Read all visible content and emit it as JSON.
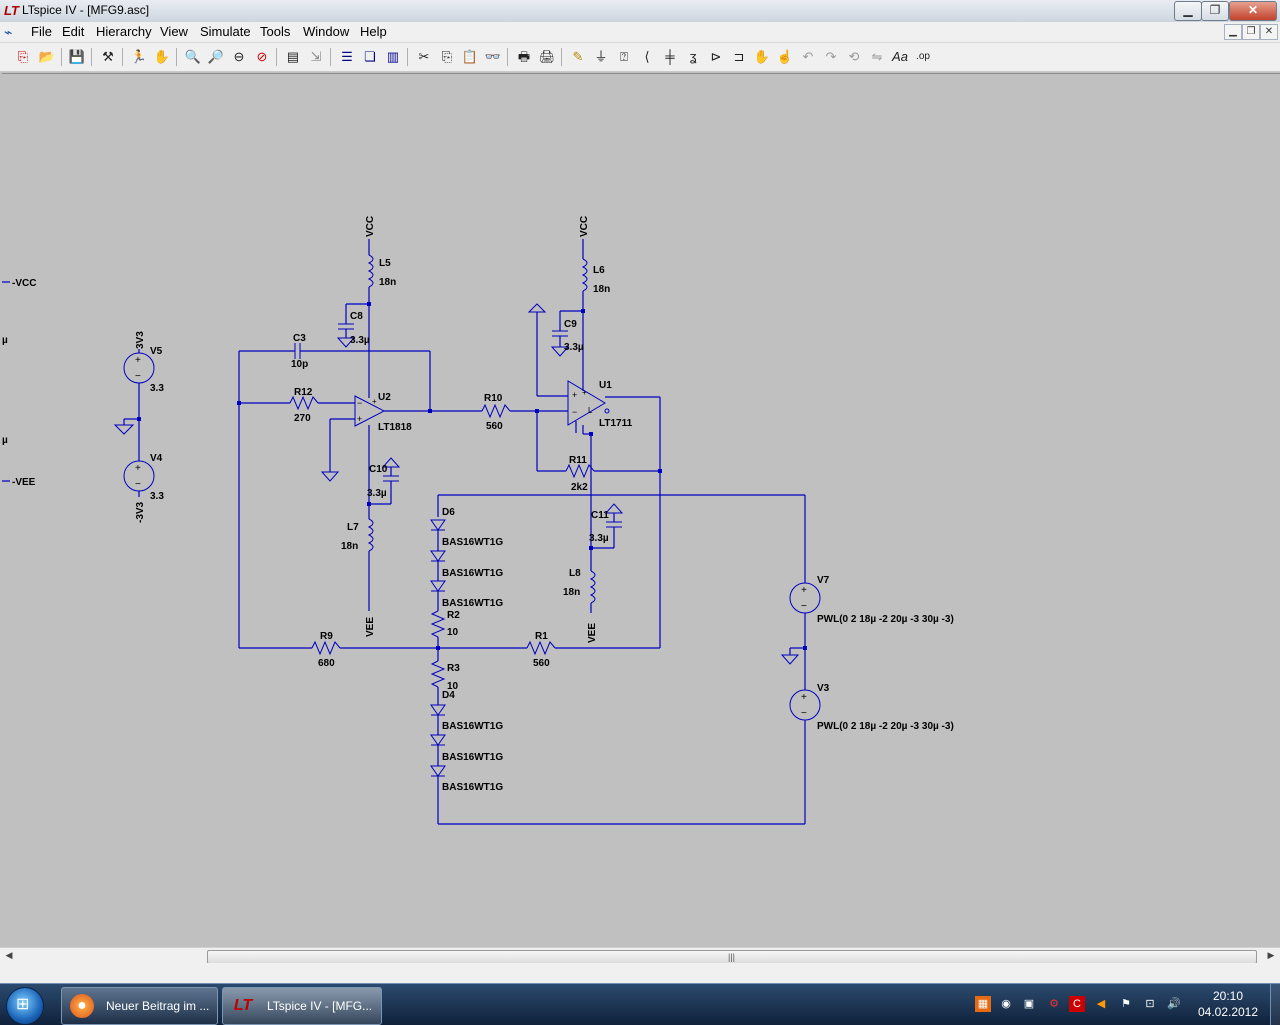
{
  "window": {
    "title": "LTspice IV - [MFG9.asc]",
    "app_icon": "ltspice-icon"
  },
  "menu": [
    "File",
    "Edit",
    "Hierarchy",
    "View",
    "Simulate",
    "Tools",
    "Window",
    "Help"
  ],
  "toolbar": [
    "new-schematic-icon",
    "open-icon",
    "save-icon",
    "control-panel-icon",
    "run-icon",
    "halt-icon",
    "zoom-in-icon",
    "zoom-full-icon",
    "zoom-out-icon",
    "zoom-cancel-icon",
    "waveform-icon",
    "autoscale-icon",
    "tile-horizontal-icon",
    "cascade-icon",
    "tile-vertical-icon",
    "cut-icon",
    "copy-icon",
    "paste-icon",
    "find-icon",
    "print-setup-icon",
    "print-icon",
    "draw-wire-icon",
    "ground-icon",
    "label-net-icon",
    "resistor-icon",
    "capacitor-icon",
    "inductor-icon",
    "diode-icon",
    "component-icon",
    "move-icon",
    "drag-icon",
    "undo-icon",
    "redo-icon",
    "rotate-icon",
    "mirror-icon",
    "text-icon",
    "spice-directive-icon"
  ],
  "schematic": {
    "nets": {
      "vcc": "VCC",
      "vee": "VEE",
      "v5_net": "3V3",
      "v4_net": "-3V3"
    },
    "edge_labels": [
      "-VCC",
      "µ",
      "µ",
      "-VEE"
    ],
    "components": {
      "L5": {
        "name": "L5",
        "value": "18n"
      },
      "L6": {
        "name": "L6",
        "value": "18n"
      },
      "L7": {
        "name": "L7",
        "value": "18n"
      },
      "L8": {
        "name": "L8",
        "value": "18n"
      },
      "C3": {
        "name": "C3",
        "value": "10p"
      },
      "C8": {
        "name": "C8",
        "value": "3.3µ"
      },
      "C9": {
        "name": "C9",
        "value": "3.3µ"
      },
      "C10": {
        "name": "C10",
        "value": "3.3µ"
      },
      "C11": {
        "name": "C11",
        "value": "3.3µ"
      },
      "R12": {
        "name": "R12",
        "value": "270"
      },
      "R10": {
        "name": "R10",
        "value": "560"
      },
      "R11": {
        "name": "R11",
        "value": "2k2"
      },
      "R9": {
        "name": "R9",
        "value": "680"
      },
      "R1": {
        "name": "R1",
        "value": "560"
      },
      "R2": {
        "name": "R2",
        "value": "10"
      },
      "R3": {
        "name": "R3",
        "value": "10"
      },
      "U2": {
        "name": "U2",
        "value": "LT1818"
      },
      "U1": {
        "name": "U1",
        "value": "LT1711"
      },
      "V5": {
        "name": "V5",
        "value": "3.3"
      },
      "V4": {
        "name": "V4",
        "value": "3.3"
      },
      "V7": {
        "name": "V7",
        "value": "PWL(0 2 18µ -2 20µ -3 30µ -3)"
      },
      "V3": {
        "name": "V3",
        "value": "PWL(0 2 18µ -2 20µ -3 30µ -3)"
      },
      "D6": {
        "name": "D6",
        "value": "BAS16WT1G"
      },
      "D4": {
        "name": "D4",
        "value": "BAS16WT1G"
      },
      "Da1": {
        "value": "BAS16WT1G"
      },
      "Da2": {
        "value": "BAS16WT1G"
      },
      "Db1": {
        "value": "BAS16WT1G"
      },
      "Db2": {
        "value": "BAS16WT1G"
      }
    }
  },
  "taskbar": {
    "tasks": [
      {
        "label": "Neuer Beitrag im ...",
        "icon": "firefox-icon"
      },
      {
        "label": "LTspice IV - [MFG...",
        "icon": "ltspice-icon"
      }
    ],
    "clock": {
      "time": "20:10",
      "date": "04.02.2012"
    }
  }
}
